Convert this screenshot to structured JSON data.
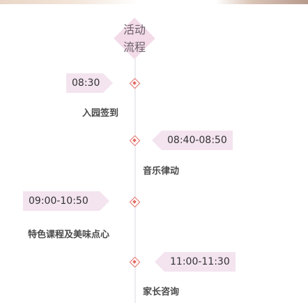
{
  "header": {
    "title": "活动\n流程"
  },
  "timeline": [
    {
      "time": "08:30",
      "event": "入园签到"
    },
    {
      "time": "08:40-08:50",
      "event": "音乐律动"
    },
    {
      "time": "09:00-10:50",
      "event": "特色课程及美味点心"
    },
    {
      "time": "11:00-11:30",
      "event": "家长咨询"
    }
  ],
  "colors": {
    "tag_bg": "#f3e4ef",
    "diamond": "#e26b63",
    "badge": "#f3dbe8"
  },
  "icons": {
    "node": "diamond-marker-icon"
  }
}
